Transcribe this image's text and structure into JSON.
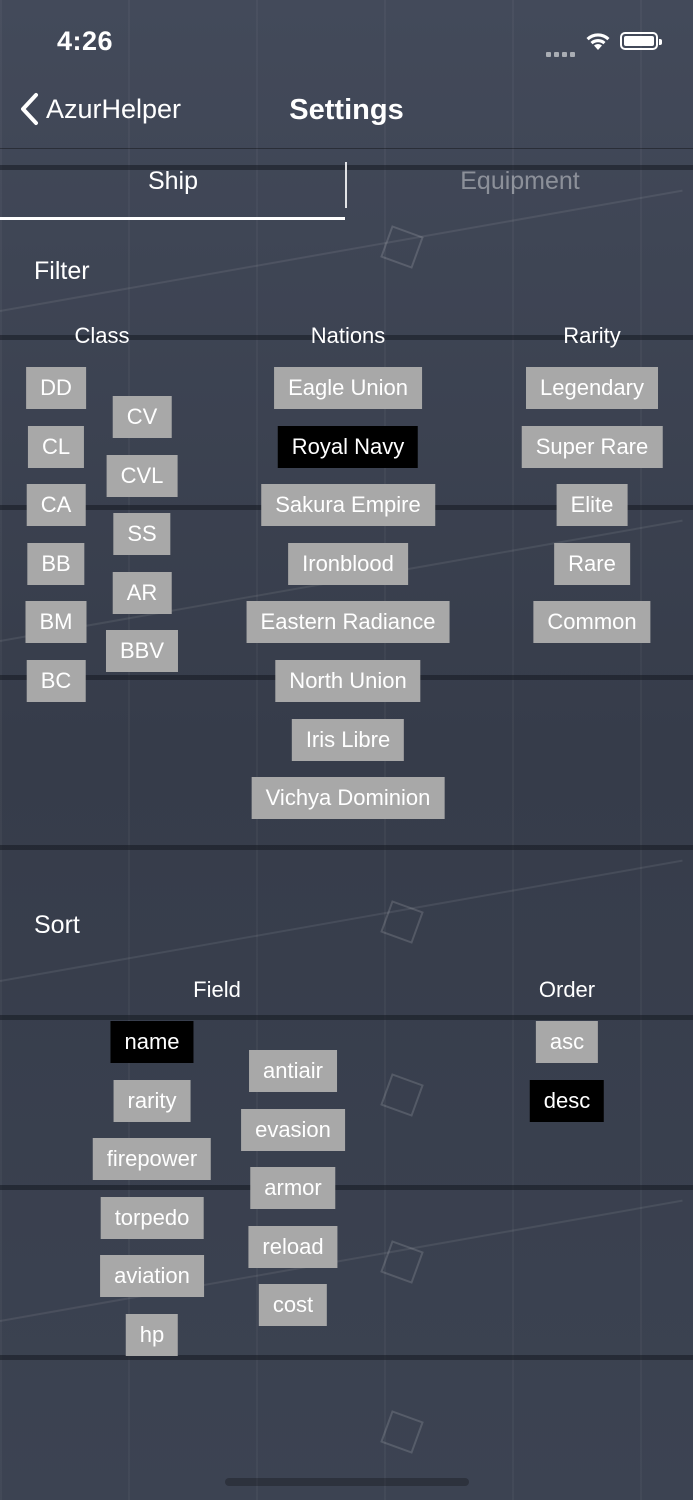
{
  "status_bar": {
    "time": "4:26"
  },
  "nav": {
    "back_label": "AzurHelper",
    "title": "Settings"
  },
  "tabs": [
    {
      "label": "Ship",
      "selected": true
    },
    {
      "label": "Equipment",
      "selected": false
    }
  ],
  "filter": {
    "title": "Filter",
    "class": {
      "header": "Class",
      "col1": [
        "DD",
        "CL",
        "CA",
        "BB",
        "BM",
        "BC"
      ],
      "col2": [
        "CV",
        "CVL",
        "SS",
        "AR",
        "BBV"
      ],
      "selected": []
    },
    "nations": {
      "header": "Nations",
      "items": [
        "Eagle Union",
        "Royal Navy",
        "Sakura Empire",
        "Ironblood",
        "Eastern Radiance",
        "North Union",
        "Iris Libre",
        "Vichya Dominion"
      ],
      "selected": [
        "Royal Navy"
      ]
    },
    "rarity": {
      "header": "Rarity",
      "items": [
        "Legendary",
        "Super Rare",
        "Elite",
        "Rare",
        "Common"
      ],
      "selected": []
    }
  },
  "sort": {
    "title": "Sort",
    "field": {
      "header": "Field",
      "col1": [
        "name",
        "rarity",
        "firepower",
        "torpedo",
        "aviation",
        "hp"
      ],
      "col2": [
        "antiair",
        "evasion",
        "armor",
        "reload",
        "cost"
      ],
      "selected": "name"
    },
    "order": {
      "header": "Order",
      "items": [
        "asc",
        "desc"
      ],
      "selected": "desc"
    }
  },
  "colors": {
    "chip_unselected": "#a8a8a8",
    "chip_selected": "#000000",
    "background": "#3b4252"
  }
}
